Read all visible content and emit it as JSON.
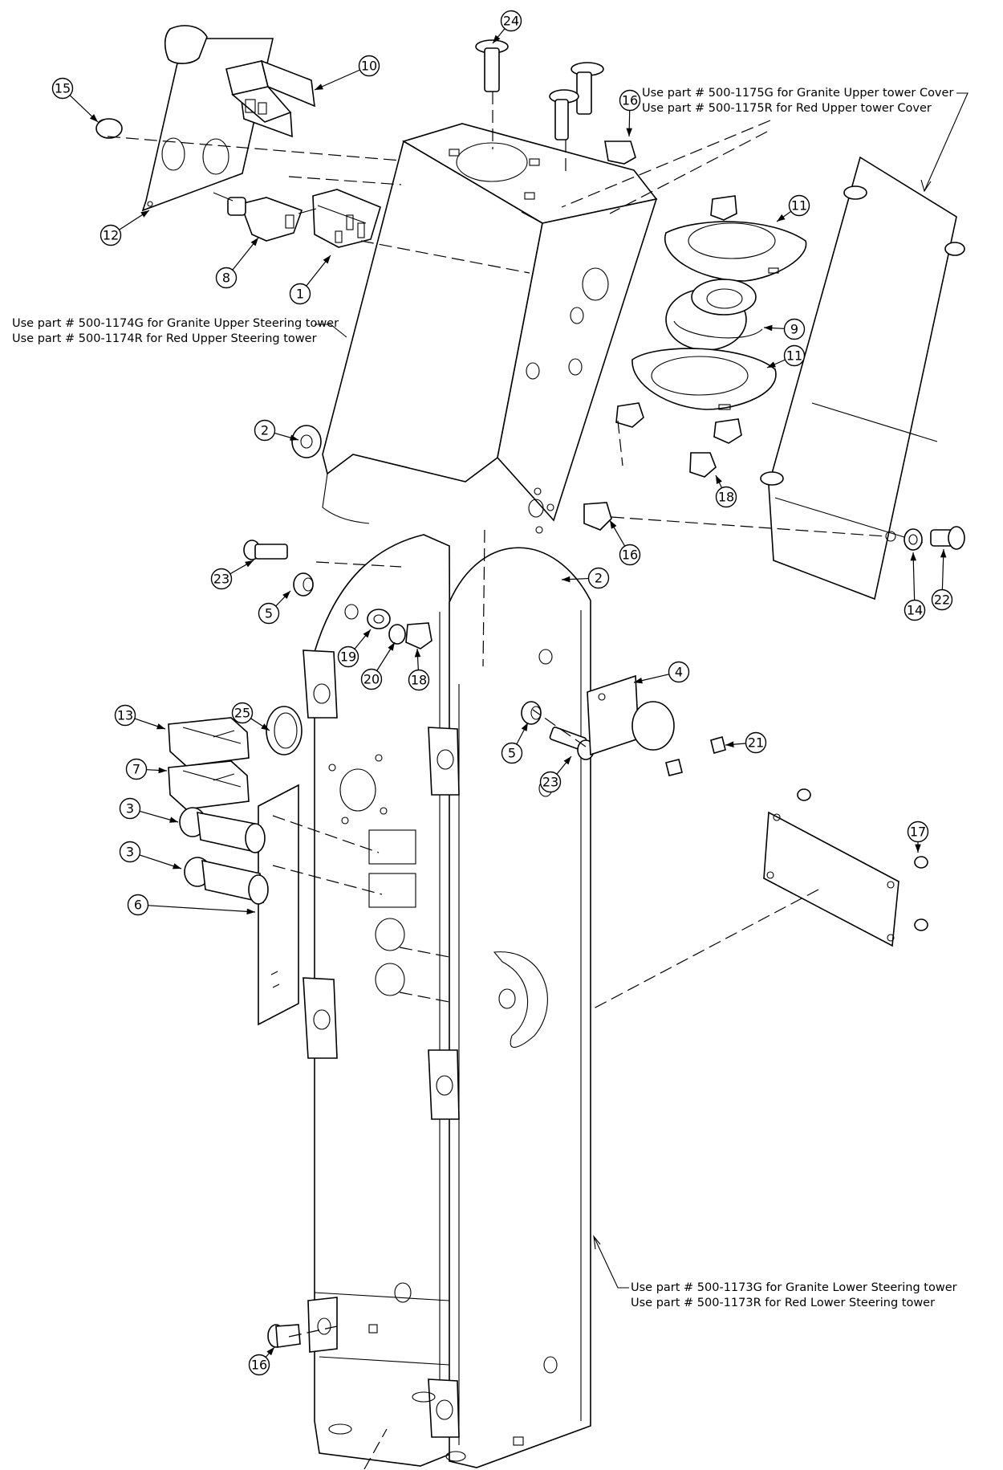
{
  "notes": {
    "upper_cover": [
      "Use part # 500-1175G  for Granite Upper tower Cover",
      "Use part # 500-1175R for Red Upper  tower Cover"
    ],
    "upper_tower": [
      "Use part # 500-1174G  for Granite Upper Steering tower",
      "Use part # 500-1174R for Red Upper Steering tower"
    ],
    "lower_tower": [
      "Use part # 500-1173G  for Granite Lower Steering tower",
      "Use part # 500-1173R for Red Lower Steering tower"
    ]
  },
  "callouts": [
    "1",
    "2",
    "3",
    "4",
    "5",
    "6",
    "7",
    "8",
    "9",
    "10",
    "11",
    "12",
    "13",
    "14",
    "15",
    "16",
    "17",
    "18",
    "19",
    "20",
    "21",
    "22",
    "23",
    "24",
    "25"
  ],
  "callout_instances": [
    {
      "label": "24"
    },
    {
      "label": "15"
    },
    {
      "label": "10"
    },
    {
      "label": "16"
    },
    {
      "label": "11"
    },
    {
      "label": "12"
    },
    {
      "label": "8"
    },
    {
      "label": "1"
    },
    {
      "label": "9"
    },
    {
      "label": "11"
    },
    {
      "label": "2"
    },
    {
      "label": "18"
    },
    {
      "label": "16"
    },
    {
      "label": "2"
    },
    {
      "label": "14"
    },
    {
      "label": "22"
    },
    {
      "label": "23"
    },
    {
      "label": "5"
    },
    {
      "label": "19"
    },
    {
      "label": "20"
    },
    {
      "label": "18"
    },
    {
      "label": "4"
    },
    {
      "label": "25"
    },
    {
      "label": "13"
    },
    {
      "label": "7"
    },
    {
      "label": "5"
    },
    {
      "label": "21"
    },
    {
      "label": "23"
    },
    {
      "label": "3"
    },
    {
      "label": "3"
    },
    {
      "label": "6"
    },
    {
      "label": "17"
    },
    {
      "label": "16"
    }
  ],
  "colors": {
    "line": "#000000",
    "background": "#ffffff"
  }
}
